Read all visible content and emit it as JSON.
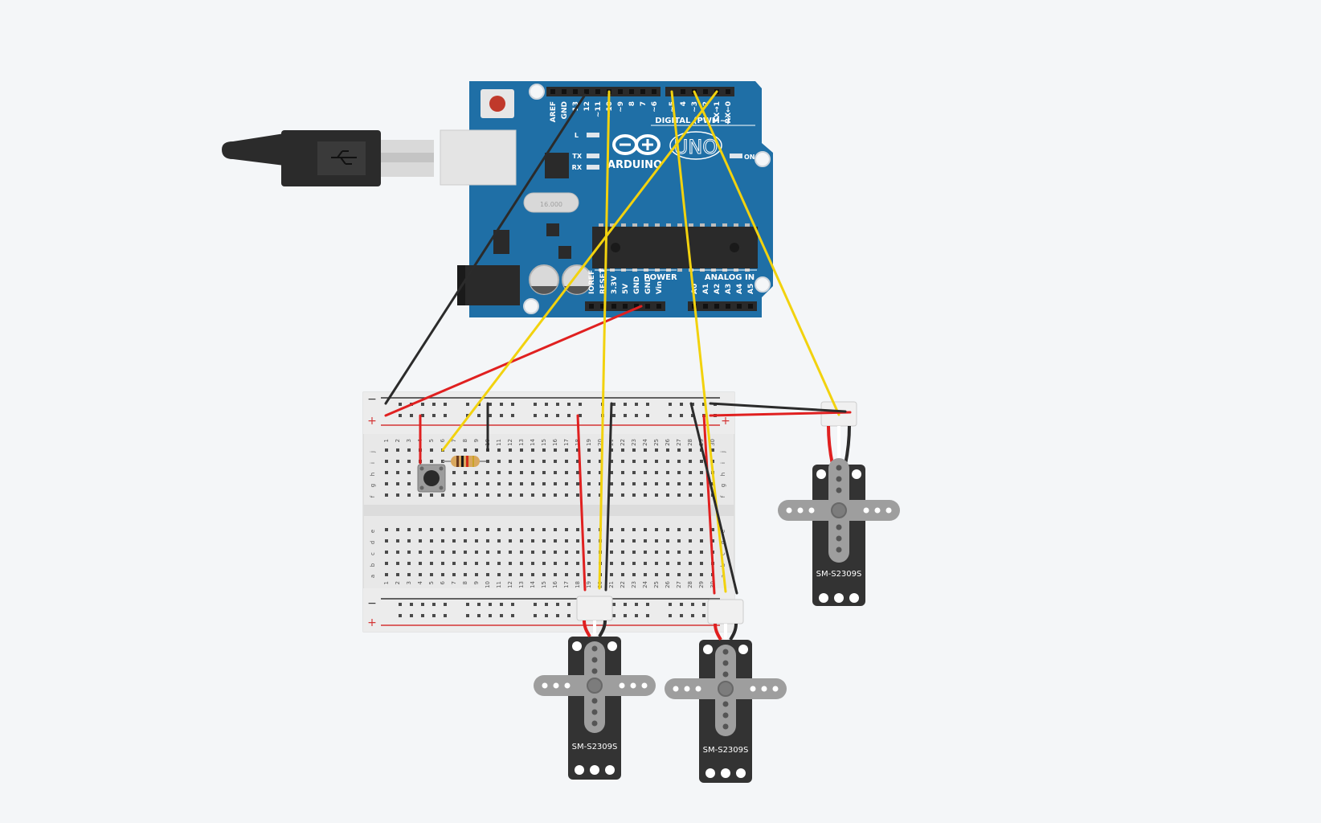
{
  "arduino": {
    "brand": "ARDUINO",
    "model": "UNO",
    "crystal": "16.000",
    "led_l": "L",
    "led_tx": "TX",
    "led_rx": "RX",
    "led_on": "ON",
    "digital_header": "DIGITAL (PWM~)",
    "power_header": "POWER",
    "analog_header": "ANALOG IN",
    "digital_pins": [
      "AREF",
      "GND",
      "13",
      "12",
      "~11",
      "~10",
      "~9",
      "8",
      "7",
      "~6",
      "~5",
      "4",
      "~3",
      "2",
      "TX→1",
      "RX←0"
    ],
    "power_pins": [
      "IOREF",
      "RESET",
      "3.3V",
      "5V",
      "GND",
      "GND",
      "Vin"
    ],
    "analog_pins": [
      "A0",
      "A1",
      "A2",
      "A3",
      "A4",
      "A5"
    ]
  },
  "breadboard": {
    "rail_minus": "−",
    "rail_plus": "+",
    "rows_top": [
      "j",
      "i",
      "h",
      "g",
      "f"
    ],
    "rows_bottom": [
      "e",
      "d",
      "c",
      "b",
      "a"
    ],
    "column_numbers": [
      "1",
      "2",
      "3",
      "4",
      "5",
      "6",
      "7",
      "8",
      "9",
      "10",
      "11",
      "12",
      "13",
      "14",
      "15",
      "16",
      "17",
      "18",
      "19",
      "20",
      "21",
      "22",
      "23",
      "24",
      "25",
      "26",
      "27",
      "28",
      "29",
      "30"
    ]
  },
  "servos": [
    {
      "label": "SM-S2309S"
    },
    {
      "label": "SM-S2309S"
    },
    {
      "label": "SM-S2309S"
    }
  ],
  "colors": {
    "board": "#1f6fa6",
    "wire_power": "#e02020",
    "wire_ground": "#2b2b2b",
    "wire_signal": "#f2d20e",
    "background": "#f4f6f8"
  }
}
